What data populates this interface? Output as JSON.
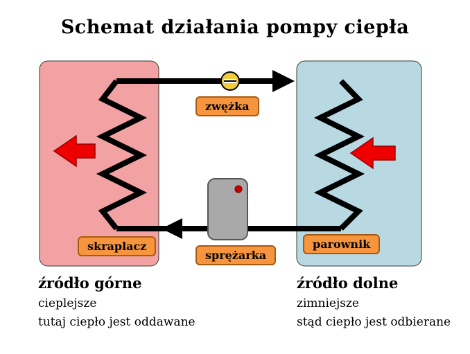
{
  "title": "Schemat działania pompy ciepła",
  "labels": {
    "valve": "zwężka",
    "condenser": "skraplacz",
    "compressor": "sprężarka",
    "evaporator": "parownik"
  },
  "hot_source": {
    "heading": "źródło górne",
    "line1": "cieplejsze",
    "line2": "tutaj ciepło jest oddawane"
  },
  "cold_source": {
    "heading": "źródło dolne",
    "line1": "zimniejsze",
    "line2": "stąd ciepło jest odbierane"
  },
  "colors": {
    "hot_box": "#f2a2a2",
    "cold_box": "#b8d9e2",
    "label_bg": "#f6953d",
    "label_border": "#a85a10",
    "pipe": "#000000",
    "arrow_red": "#ee0000",
    "arrow_red_edge": "#990000",
    "valve_yellow": "#f3cc3a",
    "compressor_gray": "#a9a9a9",
    "compressor_edge": "#555555",
    "indicator_red": "#cc0000"
  }
}
